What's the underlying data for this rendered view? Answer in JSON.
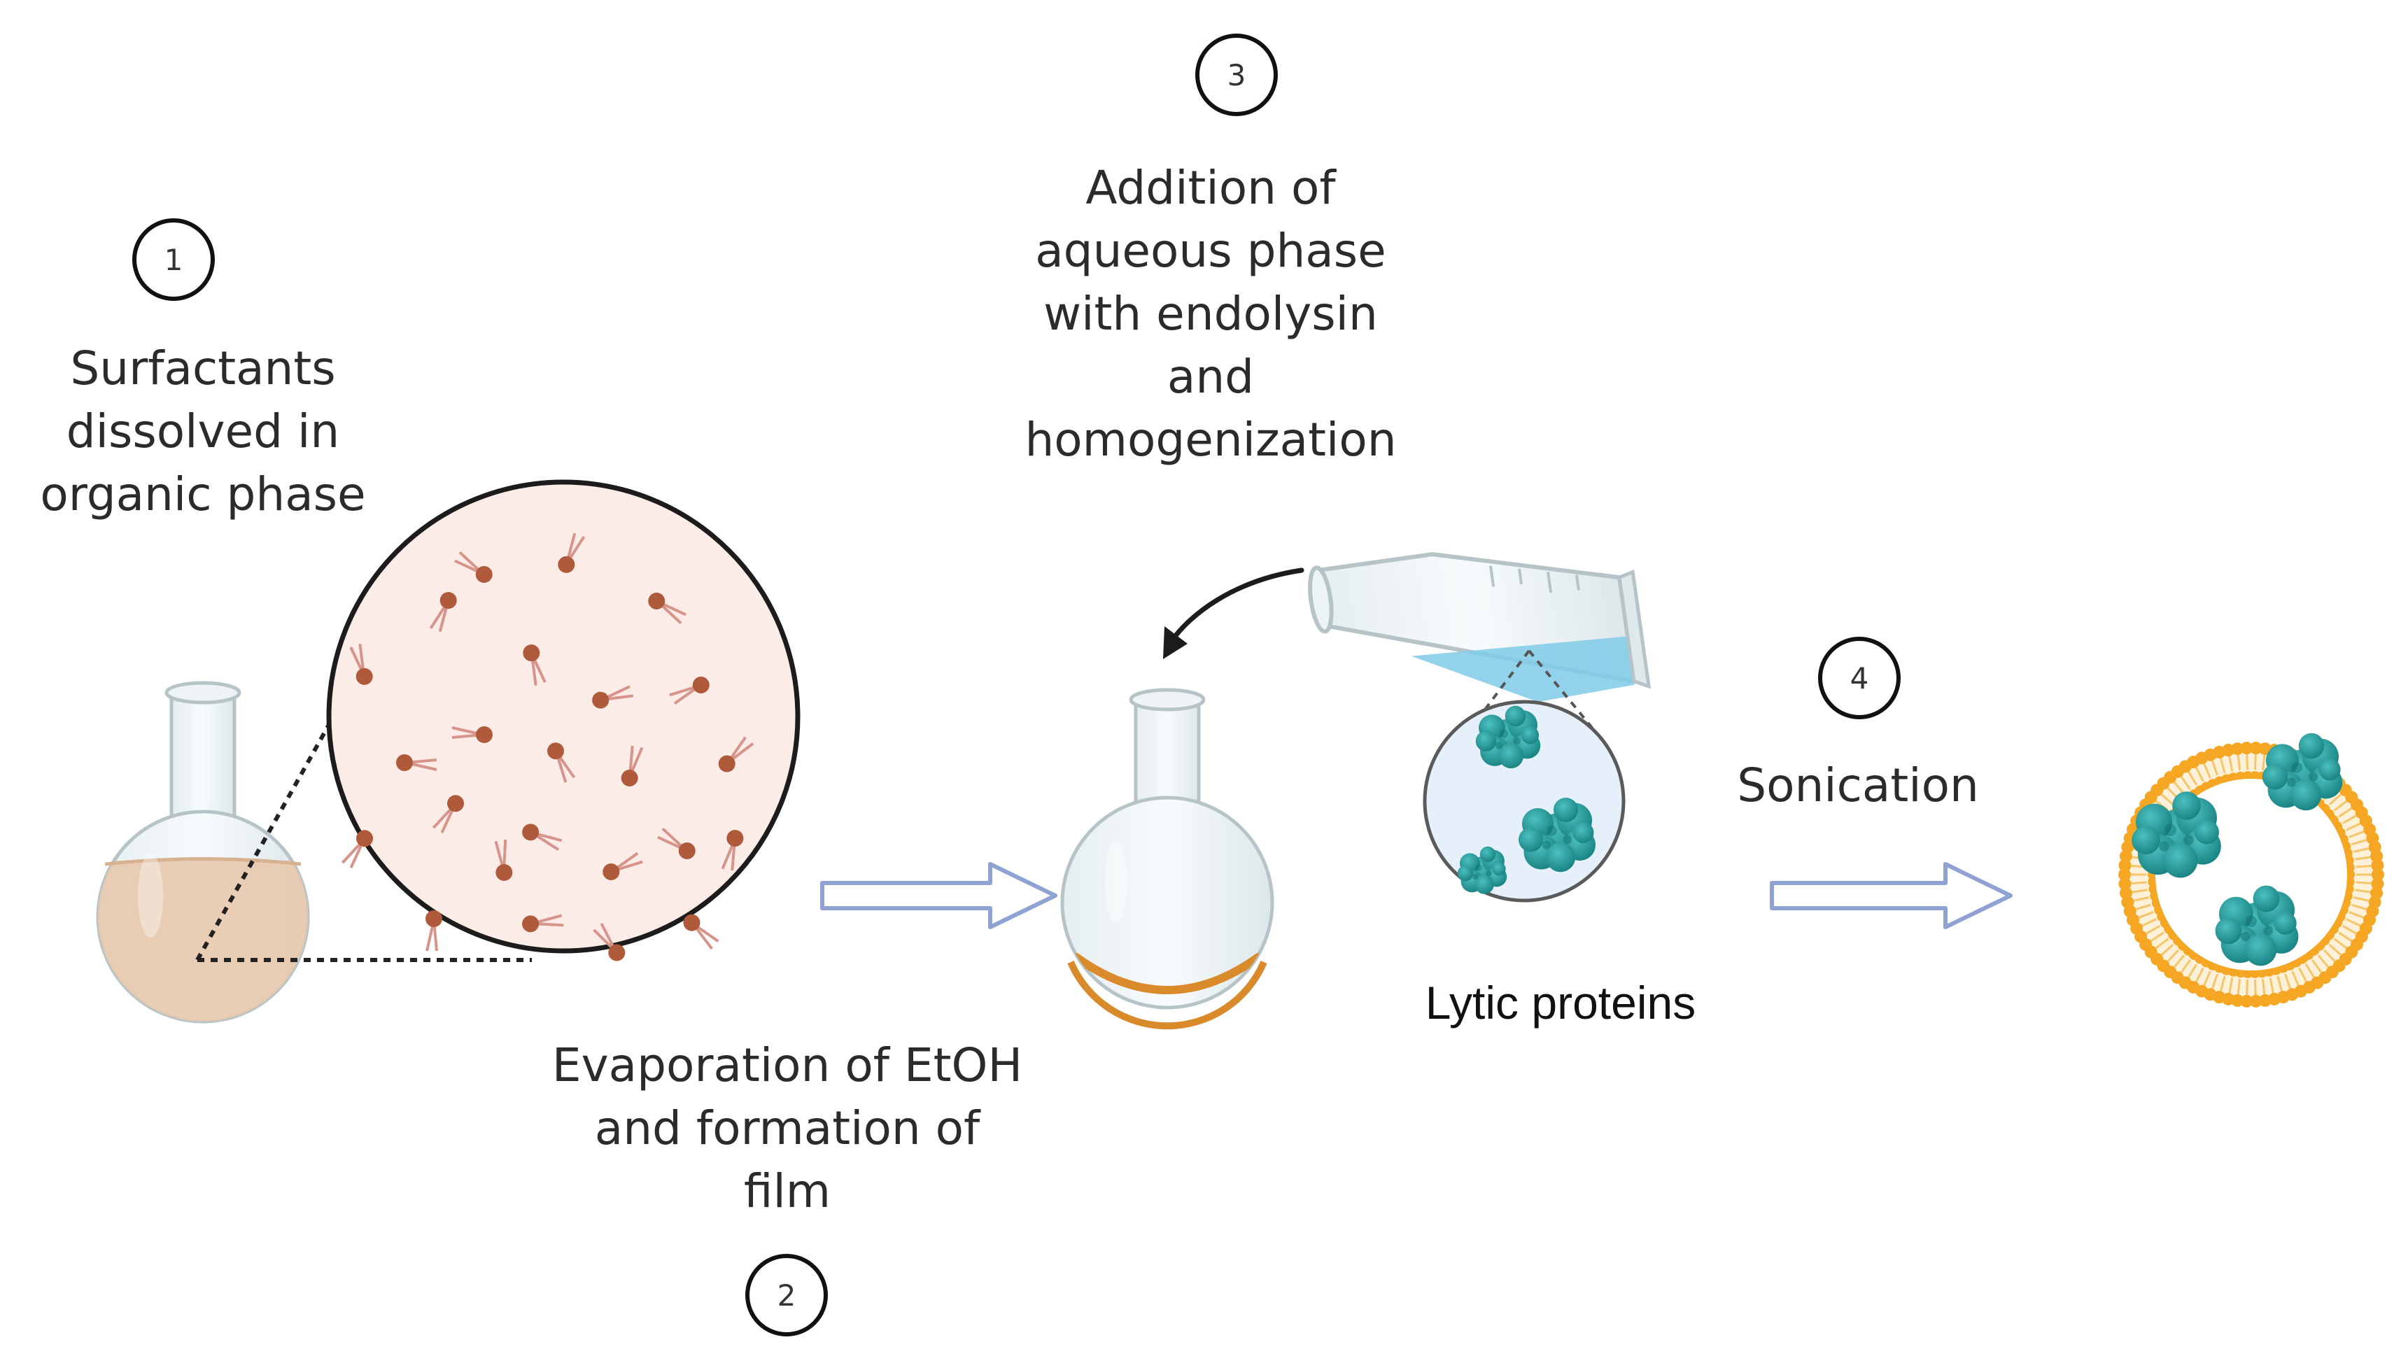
{
  "steps": [
    {
      "number": "1",
      "lines": [
        "Surfactants",
        "dissolved in",
        "organic phase"
      ]
    },
    {
      "number": "2",
      "lines": [
        "Evaporation of EtOH",
        "and formation of",
        "film"
      ]
    },
    {
      "number": "3",
      "lines": [
        "Addition of",
        "aqueous phase",
        "with endolysin",
        "and",
        "homogenization"
      ]
    },
    {
      "number": "4",
      "lines": [
        "Sonication"
      ]
    }
  ],
  "protein_label": "Lytic proteins",
  "colors": {
    "organic_liquid": "#e8c9ad",
    "zoom_fill": "#fbece7",
    "surfactant_head": "#b05a3c",
    "aqueous_liquid": "#7fcbe8",
    "protein": "#1f9a9a",
    "film": "#d98a2b",
    "liposome": "#f5a623",
    "process_arrow": "#8ea3d1"
  }
}
